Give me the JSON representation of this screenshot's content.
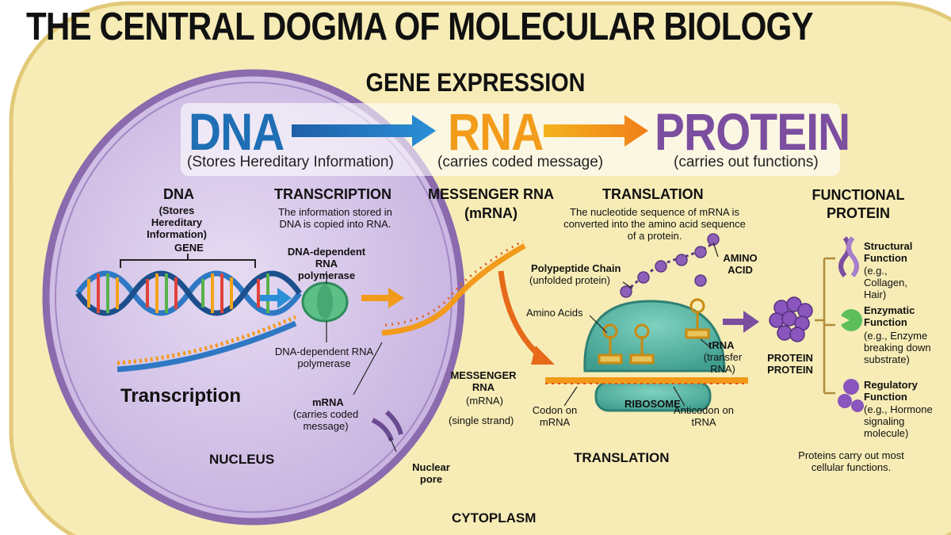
{
  "header": {
    "title": "THE CENTRAL DOGMA OF MOLECULAR BIOLOGY",
    "subtitle": "GENE EXPRESSION"
  },
  "flow": {
    "dna": "DNA",
    "dna_caption": "(Stores Hereditary Information)",
    "rna": "RNA",
    "rna_caption": "(carries coded message)",
    "protein": "PROTEIN",
    "protein_caption": "(carries out functions)"
  },
  "nucleus": {
    "dna_heading": "DNA",
    "dna_note": "(Stores Hereditary Information)",
    "gene_label": "GENE",
    "transcription_heading": "TRANSCRIPTION",
    "transcription_desc": "The information stored in DNA is copied into RNA.",
    "polymerase_label_top": "DNA-dependent RNA polymerase",
    "polymerase_label_bottom": "DNA-dependent RNA polymerase",
    "transcription_label": "Transcription",
    "mrna_label_bold": "mRNA",
    "mrna_label_note": "(carries coded message)",
    "nucleus_label": "NUCLEUS",
    "nuclear_pore_label": "Nuclear pore"
  },
  "cytoplasm": {
    "mrna_heading": "MESSENGER RNA",
    "mrna_heading_abbr": "(mRNA)",
    "messenger_rna_label": "MESSENGER RNA",
    "messenger_rna_abbr": "(mRNA)",
    "single_strand": "(single strand)",
    "translation_heading": "TRANSLATION",
    "translation_desc": "The nucleotide sequence of mRNA is converted into the amino acid sequence of a protein.",
    "polypeptide_label": "Polypeptide Chain",
    "polypeptide_note": "(unfolded protein)",
    "amino_acid_label": "AMINO ACID",
    "amino_acids_label": "Amino Acids",
    "trna_label_bold": "tRNA",
    "trna_label_note": "(transfer RNA)",
    "ribosome_label": "RIBOSOME",
    "codon_label": "Codon on mRNA",
    "anticodon_label": "Anticodon on tRNA",
    "translation_label": "TRANSLATION",
    "cytoplasm_label": "CYTOPLASM"
  },
  "protein": {
    "heading": "FUNCTIONAL PROTEIN",
    "protein_label": "PROTEIN PROTEIN",
    "structural_title": "Structural Function",
    "structural_note": "(e.g., Collagen, Hair)",
    "enzymatic_title": "Enzymatic Function",
    "enzymatic_note": "(e.g., Enzyme breaking down substrate)",
    "regulatory_title": "Regulatory Function",
    "regulatory_note": "(e.g., Hormone signaling molecule)",
    "footer_note": "Proteins carry out most cellular functions."
  },
  "colors": {
    "dna_blue": "#1f6fb5",
    "rna_orange": "#f39c1b",
    "protein_purple": "#7b4ea0",
    "cell_fill": "#f7ecb6",
    "nucleus_fill": "#d8c8ea",
    "ribosome_fill": "#4fb7a4"
  }
}
